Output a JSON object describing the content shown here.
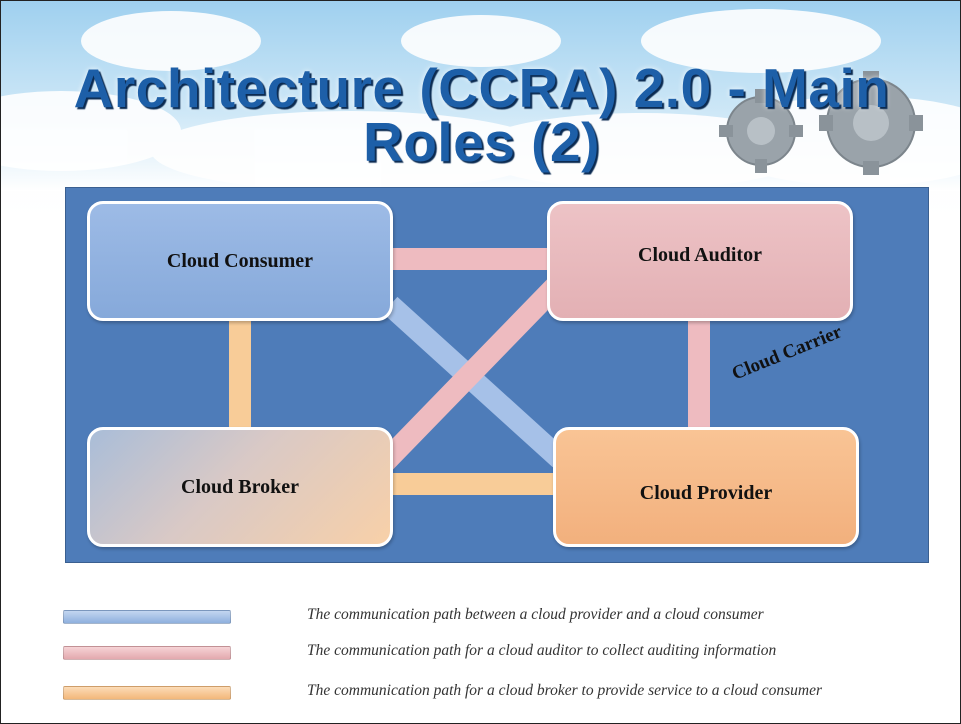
{
  "slide": {
    "title_line1": "Architecture (CCRA) 2.0 - Main",
    "title_line2": "Roles (2)"
  },
  "diagram": {
    "nodes": {
      "consumer": "Cloud Consumer",
      "auditor": "Cloud Auditor",
      "broker": "Cloud Broker",
      "provider": "Cloud Provider"
    },
    "carrier_label": "Cloud Carrier",
    "colors": {
      "panel": "#4e7cb9",
      "consumer_path": "#a6c1e8",
      "auditor_path": "#eebbc0",
      "broker_path": "#f8cc98"
    }
  },
  "legend": [
    {
      "color": "#a6c1e8",
      "text": "The communication path between a cloud provider and a cloud consumer"
    },
    {
      "color": "#eebbc0",
      "text": "The communication path for a cloud auditor to collect auditing information"
    },
    {
      "color": "#f8cc98",
      "text": "The communication path for a cloud broker to provide service to a cloud consumer"
    }
  ]
}
